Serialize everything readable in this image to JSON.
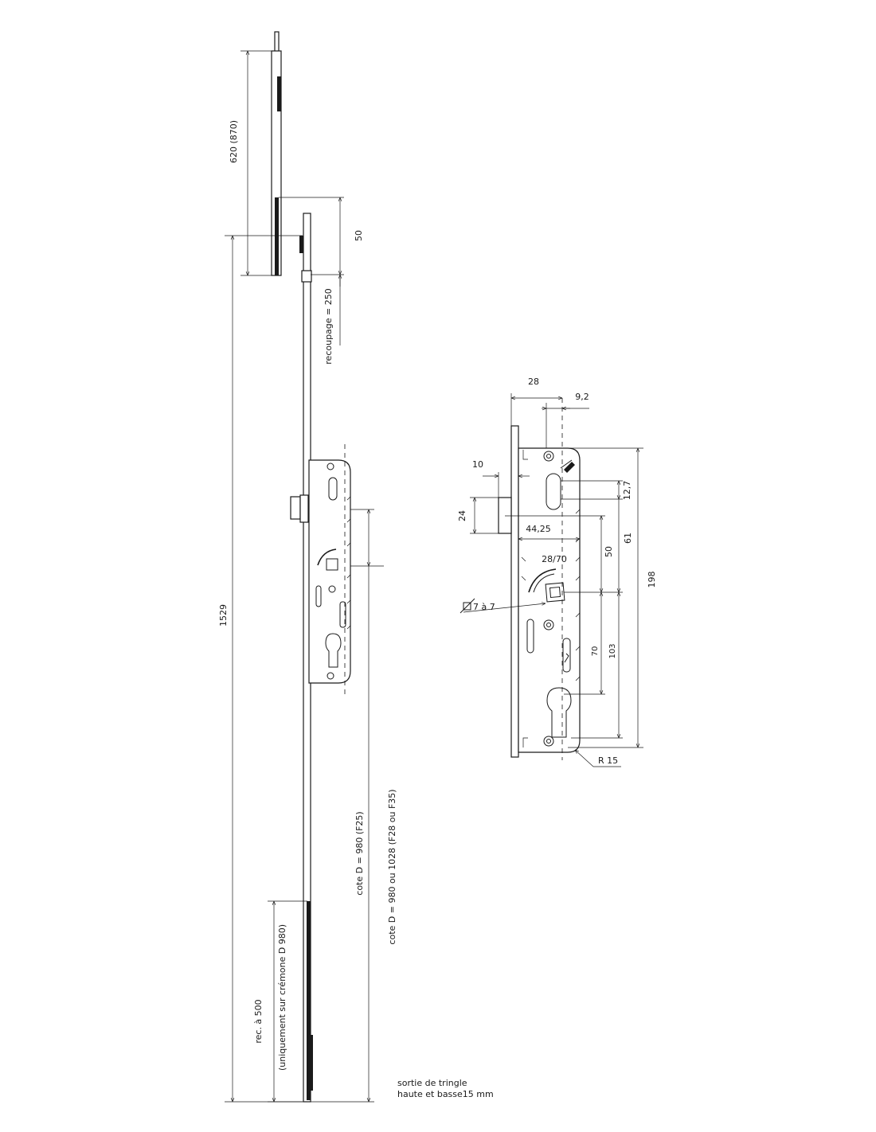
{
  "overall_view": {
    "dim_620": "620 (870)",
    "dim_50": "50",
    "dim_recoupage": "recoupage = 250",
    "dim_1529": "1529",
    "dim_cote_d_f25": "cote D = 980 (F25)",
    "dim_cote_d_f28": "cote D = 980 ou 1028 (F28 ou F35)",
    "dim_rec_500": "rec. à 500",
    "dim_uniquement": "(uniquement sur crémone D 980)",
    "note_line1": "sortie de tringle",
    "note_line2": "haute et basse15 mm"
  },
  "detail_view": {
    "dim_28": "28",
    "dim_9_2": "9,2",
    "dim_10": "10",
    "dim_24": "24",
    "dim_12_7": "12,7",
    "dim_44_25": "44,25",
    "dim_28_70": "28/70",
    "dim_50": "50",
    "dim_61": "61",
    "dim_198": "198",
    "dim_square": "7 à 7",
    "dim_70": "70",
    "dim_103": "103",
    "dim_r15": "R 15"
  }
}
